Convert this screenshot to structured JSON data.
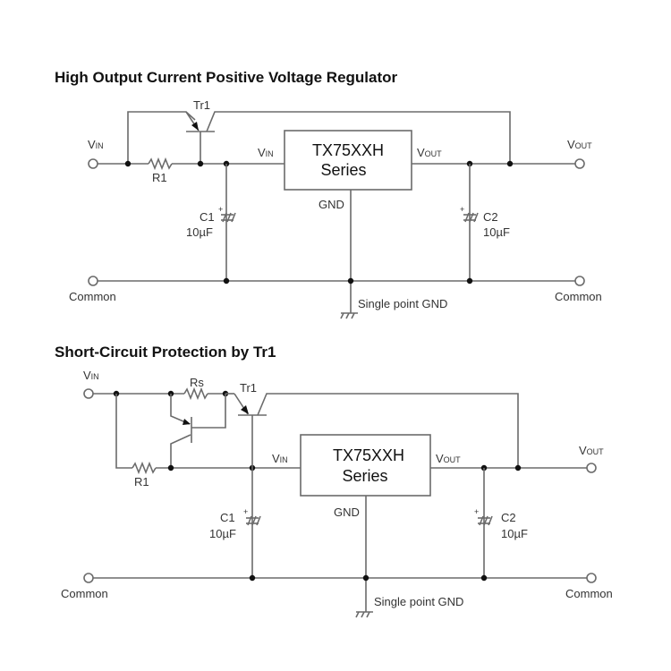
{
  "diagram1": {
    "title": "High Output Current Positive Voltage Regulator",
    "transistor": "Tr1",
    "resistor": "R1",
    "vin_terminal": {
      "main": "V",
      "sub": "IN"
    },
    "vout_terminal": {
      "main": "V",
      "sub": "OUT"
    },
    "chip": {
      "line1": "TX75XXH",
      "line2": "Series",
      "pin_in": {
        "main": "V",
        "sub": "IN"
      },
      "pin_out": {
        "main": "V",
        "sub": "OUT"
      },
      "pin_gnd": "GND"
    },
    "c1": {
      "name": "C1",
      "value": "10µF",
      "polarity": "+"
    },
    "c2": {
      "name": "C2",
      "value": "10µF",
      "polarity": "+"
    },
    "common_left": "Common",
    "common_right": "Common",
    "gnd_label": "Single point GND"
  },
  "diagram2": {
    "title": "Short-Circuit Protection by Tr1",
    "transistor": "Tr1",
    "resistor_sense": "Rs",
    "resistor": "R1",
    "vin_terminal": {
      "main": "V",
      "sub": "IN"
    },
    "vout_terminal": {
      "main": "V",
      "sub": "OUT"
    },
    "chip": {
      "line1": "TX75XXH",
      "line2": "Series",
      "pin_in": {
        "main": "V",
        "sub": "IN"
      },
      "pin_out": {
        "main": "V",
        "sub": "OUT"
      },
      "pin_gnd": "GND"
    },
    "c1": {
      "name": "C1",
      "value": "10µF",
      "polarity": "+"
    },
    "c2": {
      "name": "C2",
      "value": "10µF",
      "polarity": "+"
    },
    "common_left": "Common",
    "common_right": "Common",
    "gnd_label": "Single point GND"
  }
}
